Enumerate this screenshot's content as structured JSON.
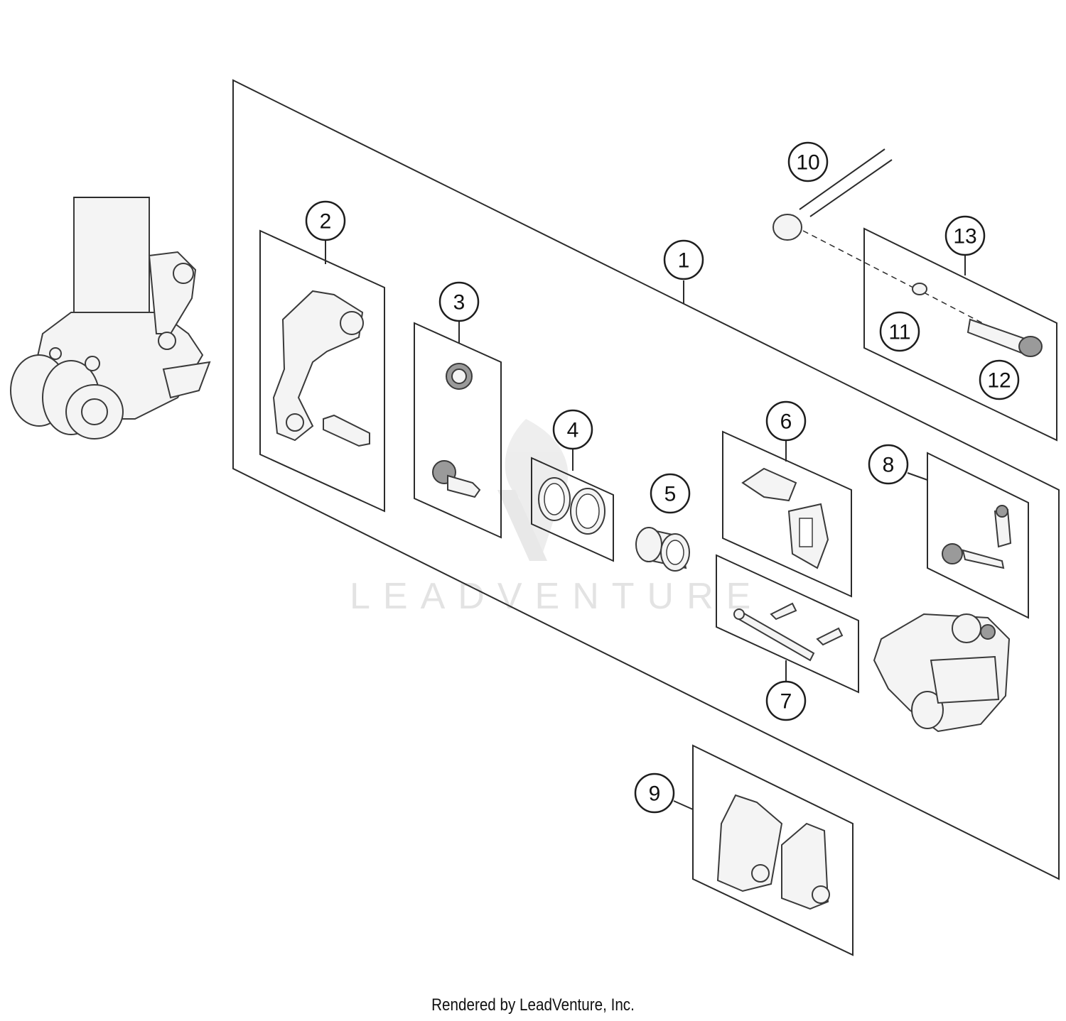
{
  "diagram": {
    "watermark_text": "LEADVENTURE",
    "callouts": [
      "1",
      "2",
      "3",
      "4",
      "5",
      "6",
      "7",
      "8",
      "9",
      "10",
      "11",
      "12",
      "13"
    ]
  },
  "footer": {
    "credit": "Rendered by LeadVenture, Inc."
  }
}
